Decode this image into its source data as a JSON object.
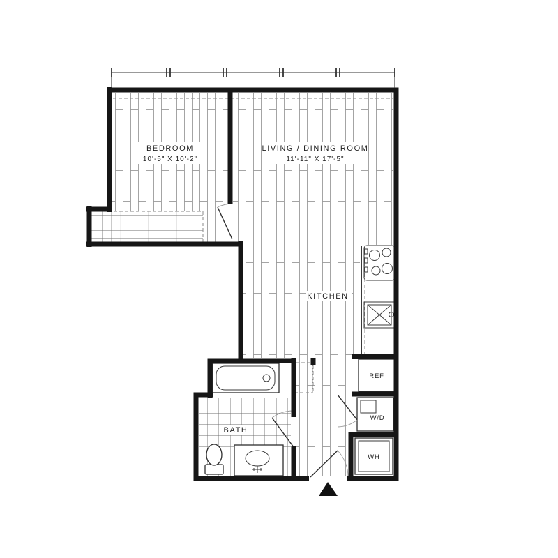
{
  "plan": {
    "rooms": {
      "bedroom": {
        "name": "BEDROOM",
        "dims": "10'-5\" X 10'-2\""
      },
      "living": {
        "name": "LIVING / DINING ROOM",
        "dims": "11'-11\" X 17'-5\""
      },
      "kitchen": {
        "name": "KITCHEN"
      },
      "bath": {
        "name": "BATH"
      }
    },
    "appliances": {
      "ref": "REF",
      "wd": "W/D",
      "wh": "WH"
    },
    "colors": {
      "wall": "#161616",
      "fixture_line": "#2e2e2e",
      "floor_line": "#9a9a9a",
      "background": "#ffffff"
    }
  }
}
